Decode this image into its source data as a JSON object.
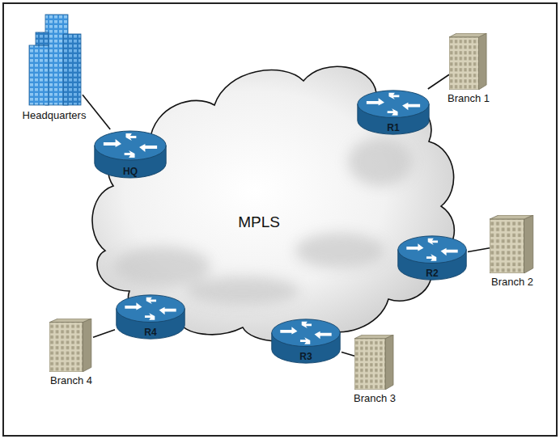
{
  "diagram": {
    "nodes": [
      {
        "text": [
          "Headquarters"
        ]
      },
      {
        "text": [
          "Branch 1"
        ]
      },
      {
        "text": [
          "R1"
        ]
      },
      {
        "text": [
          "HQ"
        ]
      },
      {
        "text": [
          "MPLS"
        ]
      },
      {
        "text": [
          "R2"
        ]
      },
      {
        "text": [
          "Branch 2"
        ]
      },
      {
        "text": [
          "R4"
        ]
      },
      {
        "text": [
          "R3"
        ]
      },
      {
        "text": [
          "Branch 4"
        ]
      },
      {
        "text": [
          "Branch 3"
        ]
      }
    ],
    "edges": [
      {
        "from": 0,
        "to": 3,
        "arrow": "none"
      },
      {
        "from": 1,
        "to": 2,
        "arrow": "none"
      },
      {
        "from": 6,
        "to": 5,
        "arrow": "none"
      },
      {
        "from": 9,
        "to": 7,
        "arrow": "none"
      },
      {
        "from": 10,
        "to": 8,
        "arrow": "none"
      }
    ]
  }
}
